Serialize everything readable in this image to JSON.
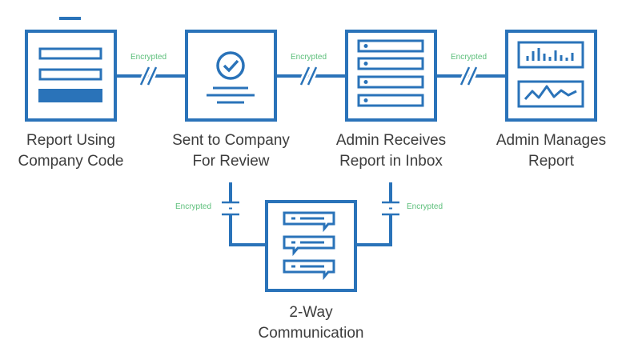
{
  "colors": {
    "primary": "#2a73b9",
    "connector_label": "#5cbf7a",
    "caption": "#3d3d3d"
  },
  "connector_label": "Encrypted",
  "steps": [
    {
      "icon": "form-document-icon",
      "line1": "Report Using",
      "line2": "Company Code"
    },
    {
      "icon": "check-document-icon",
      "line1": "Sent to Company",
      "line2": "For Review"
    },
    {
      "icon": "server-inbox-icon",
      "line1": "Admin Receives",
      "line2": "Report in Inbox"
    },
    {
      "icon": "dashboard-chart-icon",
      "line1": "Admin Manages",
      "line2": "Report"
    },
    {
      "icon": "chat-messages-icon",
      "line1": "2-Way",
      "line2": "Communication"
    }
  ]
}
